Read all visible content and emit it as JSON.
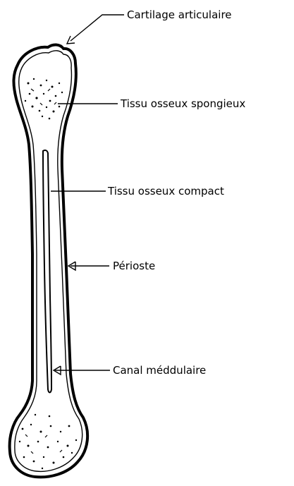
{
  "labels": {
    "cartilage": "Cartilage articulaire",
    "spongieux": "Tissu osseux spongieux",
    "compact": "Tissu osseux compact",
    "perioste": "Périoste",
    "canal": "Canal méddulaire"
  }
}
